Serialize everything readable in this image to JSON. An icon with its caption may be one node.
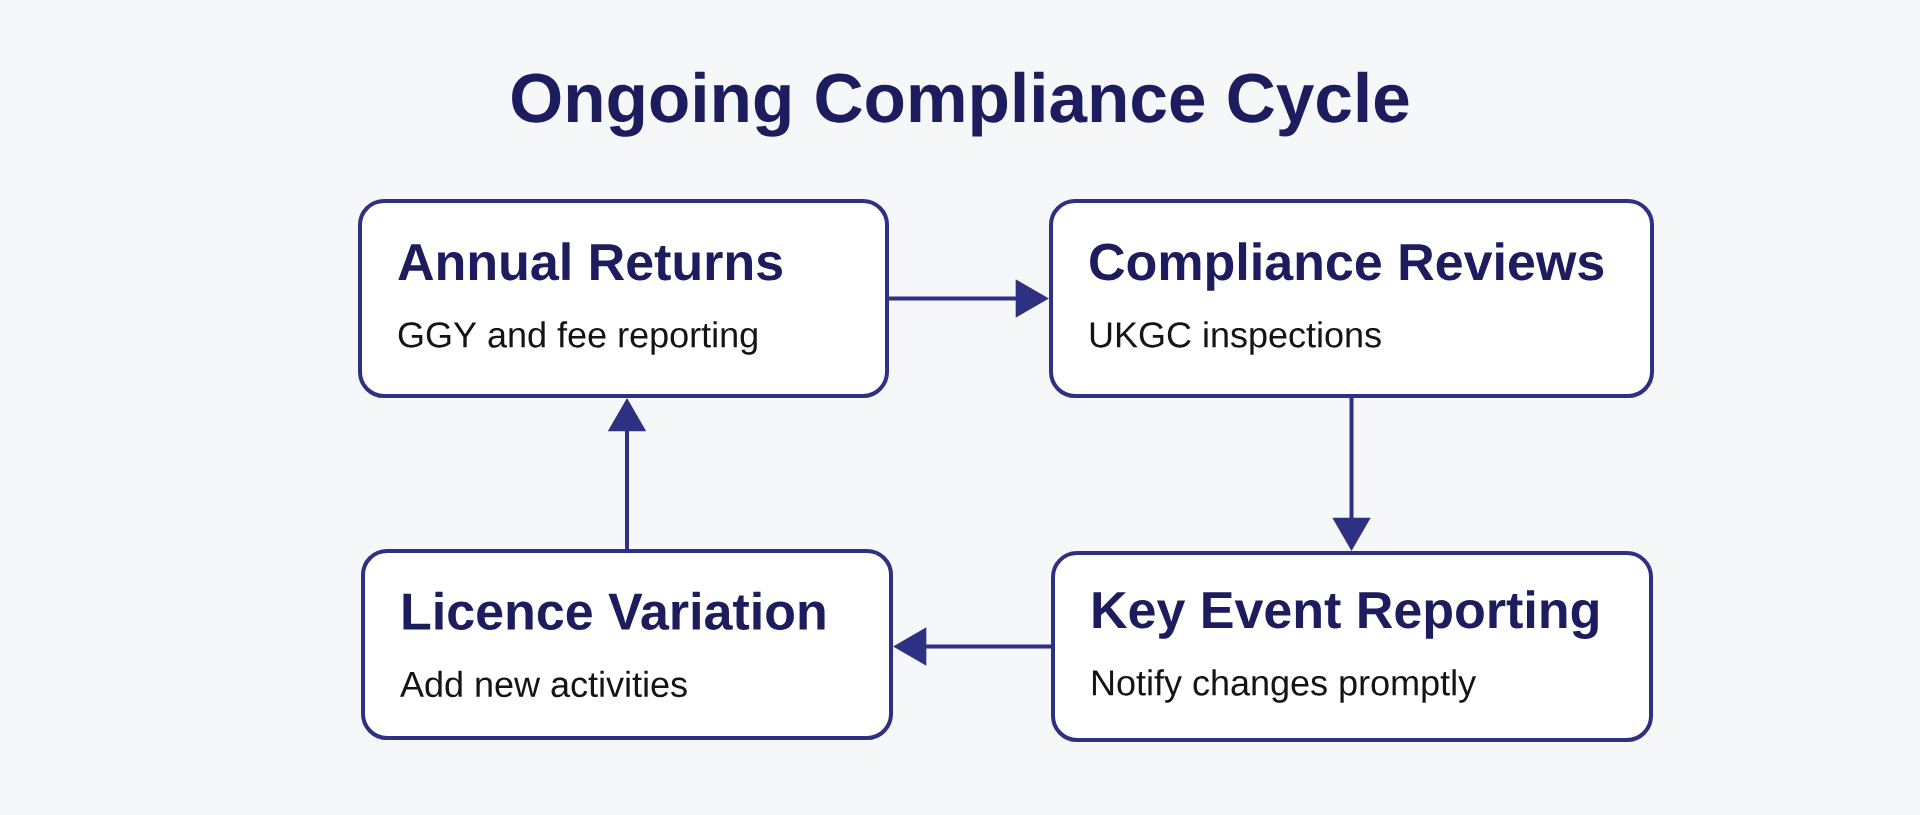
{
  "diagram": {
    "title": "Ongoing Compliance Cycle",
    "nodes": [
      {
        "text": [
          "Annual Returns",
          "GGY and fee reporting"
        ]
      },
      {
        "text": [
          "Compliance Reviews",
          "UKGC inspections"
        ]
      },
      {
        "text": [
          "Licence Variation",
          "Add new activities"
        ]
      },
      {
        "text": [
          "Key Event Reporting",
          "Notify changes promptly"
        ]
      }
    ],
    "edges": [
      {
        "from": 0,
        "to": 1,
        "arrow": "to"
      },
      {
        "from": 1,
        "to": 3,
        "arrow": "to"
      },
      {
        "from": 3,
        "to": 2,
        "arrow": "to"
      },
      {
        "from": 2,
        "to": 0,
        "arrow": "to"
      }
    ]
  }
}
